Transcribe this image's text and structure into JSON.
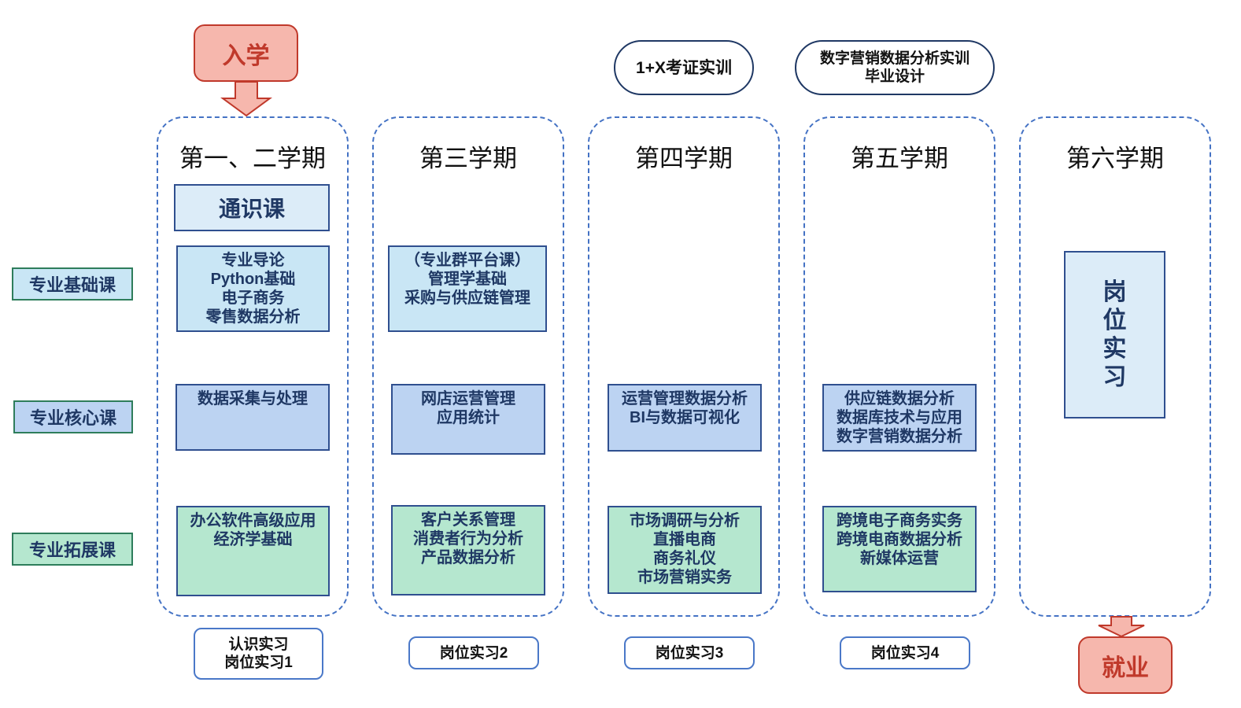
{
  "enroll_label": "入学",
  "employment_label": "就业",
  "top_pills": [
    {
      "text": "1+X考证实训"
    },
    {
      "text": "数字营销数据分析实训\n毕业设计"
    }
  ],
  "row_labels": [
    "专业基础课",
    "专业核心课",
    "专业拓展课"
  ],
  "semesters": [
    {
      "title": "第一、二学期",
      "general": "通识课",
      "basic": "专业导论\nPython基础\n电子商务\n零售数据分析",
      "core": "数据采集与处理",
      "ext": "办公软件高级应用\n经济学基础",
      "internship": "认识实习\n岗位实习1"
    },
    {
      "title": "第三学期",
      "basic": "（专业群平台课）\n管理学基础\n采购与供应链管理",
      "core": "网店运营管理\n应用统计",
      "ext": "客户关系管理\n消费者行为分析\n产品数据分析",
      "internship": "岗位实习2"
    },
    {
      "title": "第四学期",
      "core": "运营管理数据分析\nBI与数据可视化",
      "ext": "市场调研与分析\n直播电商\n商务礼仪\n市场营销实务",
      "internship": "岗位实习3"
    },
    {
      "title": "第五学期",
      "core": "供应链数据分析\n数据库技术与应用\n数字营销数据分析",
      "ext": "跨境电子商务实务\n跨境电商数据分析\n新媒体运营",
      "internship": "岗位实习4"
    },
    {
      "title": "第六学期",
      "placement": "岗\n位\n实\n习"
    }
  ],
  "colors": {
    "column_border": "#4472c4",
    "basic_fill": "#c9e6f5",
    "core_fill": "#bcd3f2",
    "ext_fill": "#b5e7cf",
    "accent_red": "#c0392b",
    "red_fill": "#f6b7ad"
  }
}
